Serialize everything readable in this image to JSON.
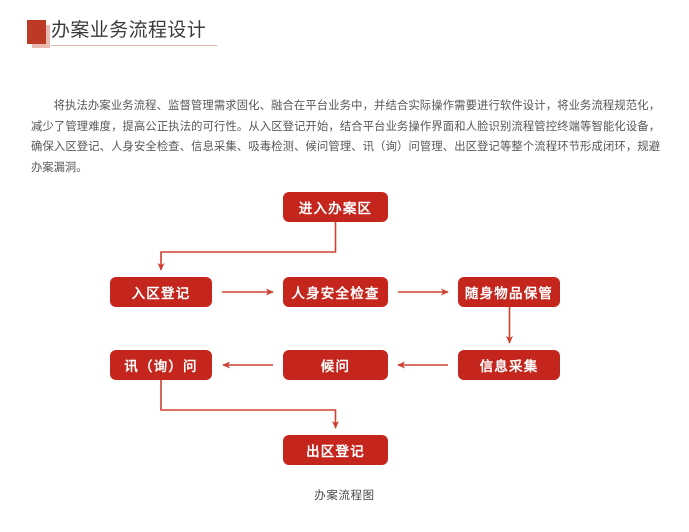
{
  "page": {
    "title": "办案业务流程设计",
    "accent_color": "#c4261d",
    "marker_color": "#bc3a26",
    "marker_shadow_color": "#e9bbb0",
    "underline_color": "#e4b5ab",
    "title_color": "#3b3b3b",
    "body_color": "#565656"
  },
  "intro": {
    "paragraph": "将执法办案业务流程、监督管理需求固化、融合在平台业务中，并结合实际操作需要进行软件设计，将业务流程规范化，减少了管理难度，提高公正执法的可行性。从入区登记开始，结合平台业务操作界面和人脸识别流程管控终端等智能化设备，确保入区登记、人身安全检查、信息采集、吸毒检测、候问管理、讯（询）问管理、出区登记等整个流程环节形成闭环，规避办案漏洞。"
  },
  "flowchart": {
    "caption": "办案流程图",
    "nodes": [
      {
        "id": "enter",
        "label": "进入办案区",
        "row": 1,
        "col": 2
      },
      {
        "id": "register",
        "label": "入区登记",
        "row": 2,
        "col": 1
      },
      {
        "id": "safety",
        "label": "人身安全检查",
        "row": 2,
        "col": 2
      },
      {
        "id": "belongings",
        "label": "随身物品保管",
        "row": 2,
        "col": 3
      },
      {
        "id": "inquiry",
        "label": "讯（询）问",
        "row": 3,
        "col": 1
      },
      {
        "id": "waiting",
        "label": "候问",
        "row": 3,
        "col": 2
      },
      {
        "id": "collect",
        "label": "信息采集",
        "row": 3,
        "col": 3
      },
      {
        "id": "exit",
        "label": "出区登记",
        "row": 4,
        "col": 2
      }
    ],
    "edges": [
      {
        "from": "enter",
        "to": "register",
        "style": "elbow-down-left"
      },
      {
        "from": "register",
        "to": "safety",
        "style": "straight-right"
      },
      {
        "from": "safety",
        "to": "belongings",
        "style": "straight-right"
      },
      {
        "from": "belongings",
        "to": "collect",
        "style": "straight-down"
      },
      {
        "from": "collect",
        "to": "waiting",
        "style": "straight-left"
      },
      {
        "from": "waiting",
        "to": "inquiry",
        "style": "straight-left"
      },
      {
        "from": "inquiry",
        "to": "exit",
        "style": "elbow-down-right"
      }
    ]
  }
}
